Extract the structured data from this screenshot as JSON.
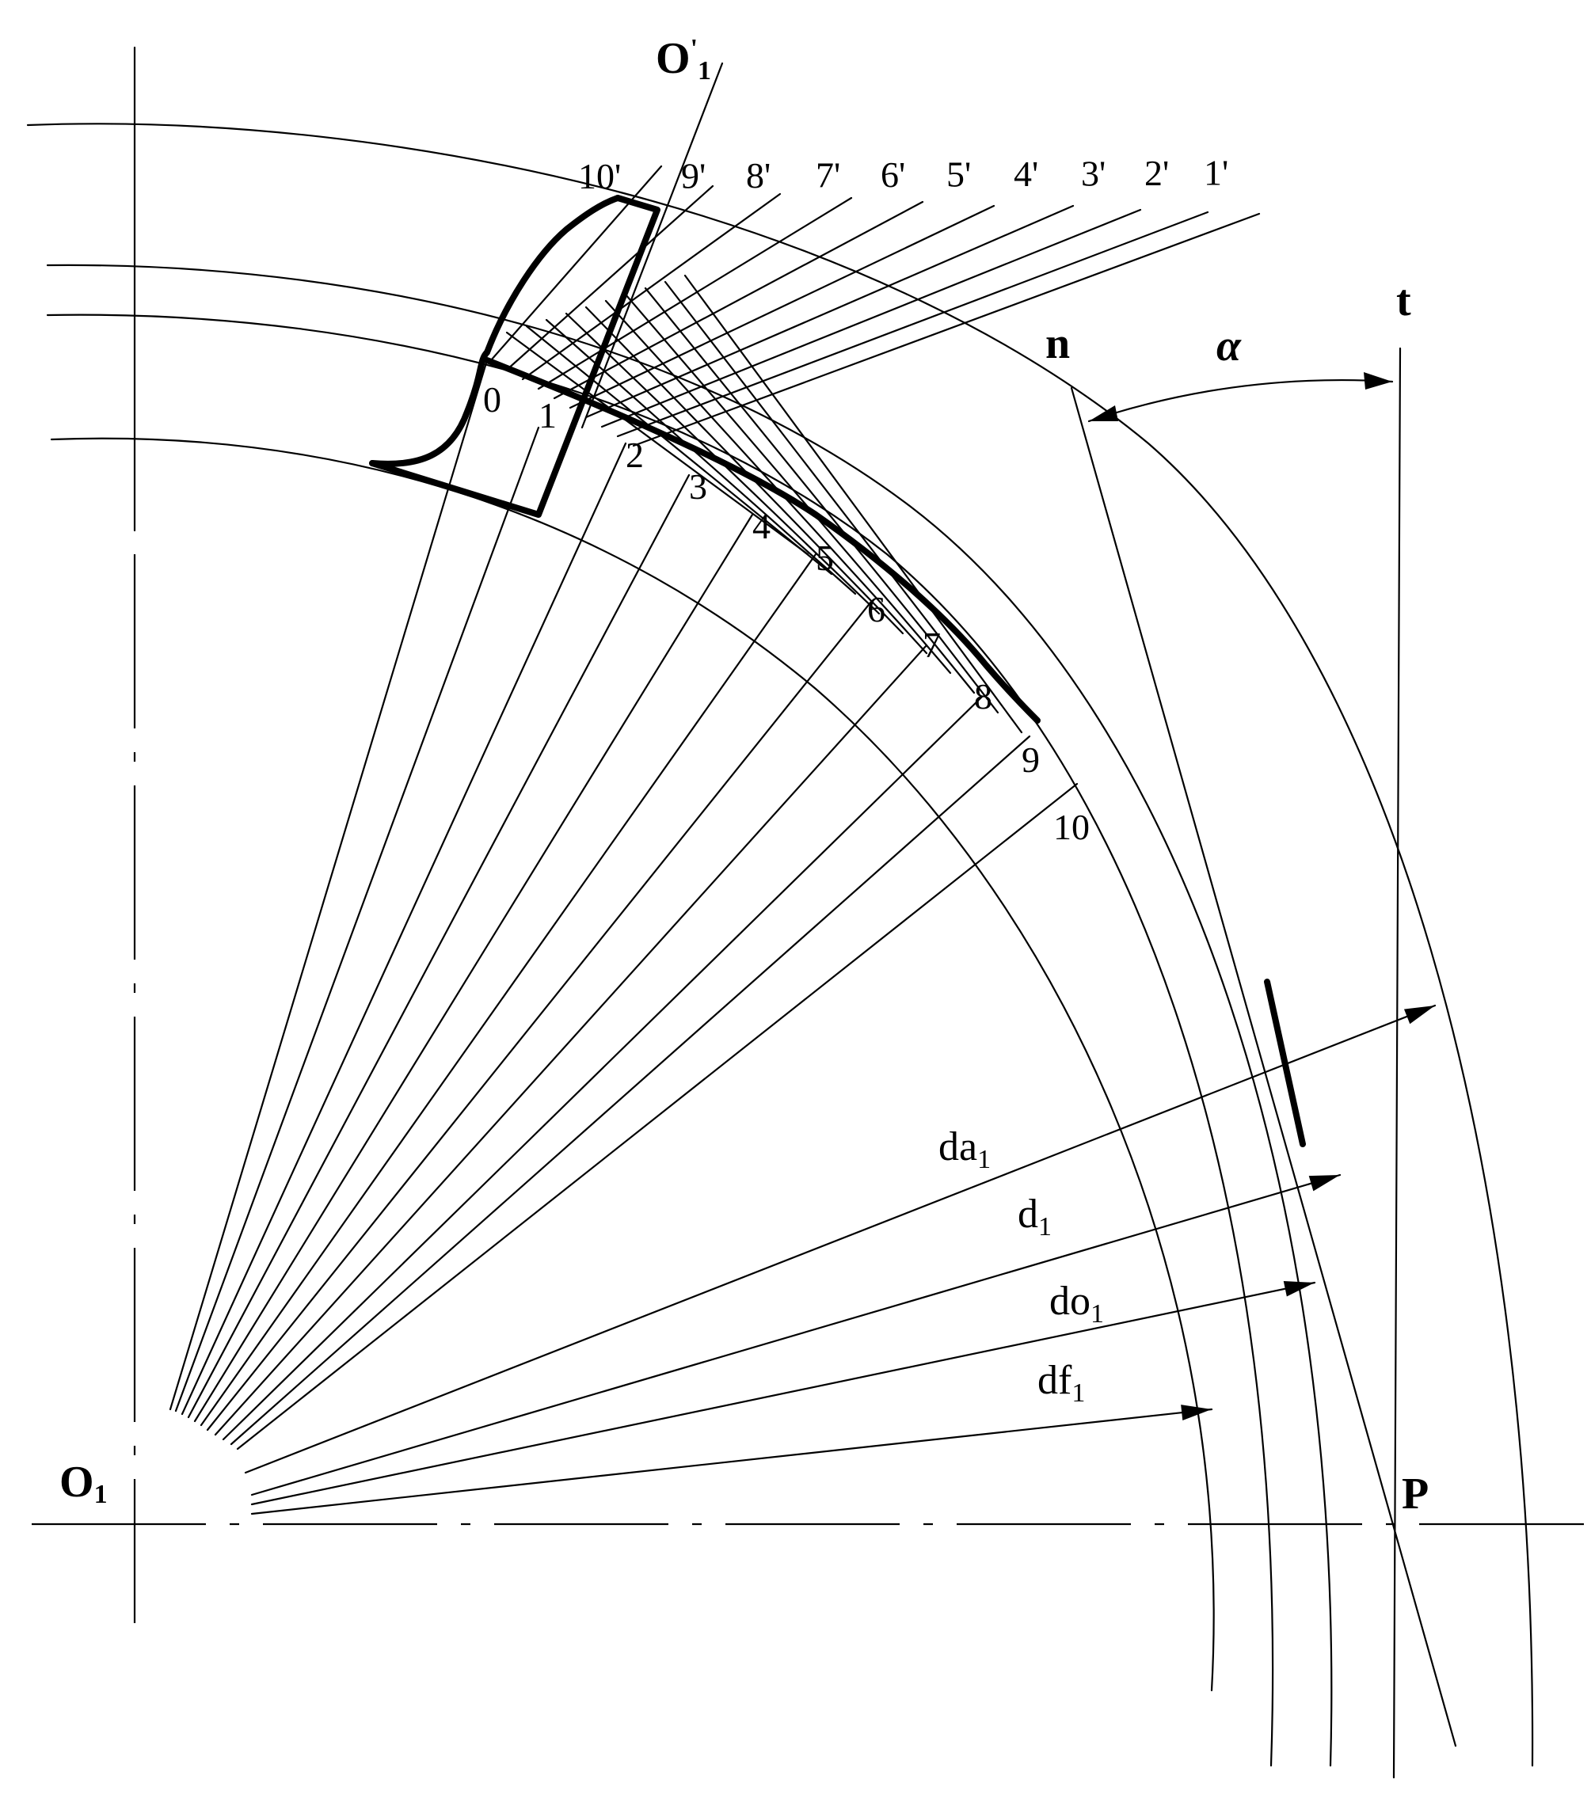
{
  "labels": {
    "o1": "O",
    "o1_sub": "1",
    "o1prime": "O",
    "o1prime_mark": "'",
    "o1prime_sub": "1",
    "n": "n",
    "t": "t",
    "alpha": "α",
    "p": "P"
  },
  "ray_numbers": [
    "0",
    "1",
    "2",
    "3",
    "4",
    "5",
    "6",
    "7",
    "8",
    "9",
    "10"
  ],
  "prime_numbers": [
    "10'",
    "9'",
    "8'",
    "7'",
    "6'",
    "5'",
    "4'",
    "3'",
    "2'",
    "1'"
  ],
  "diameters": [
    {
      "base": "da",
      "sub": "1"
    },
    {
      "base": "d",
      "sub": "1"
    },
    {
      "base": "do",
      "sub": "1"
    },
    {
      "base": "df",
      "sub": "1"
    }
  ],
  "colors": {
    "ink": "#000000",
    "paper": "#ffffff"
  }
}
